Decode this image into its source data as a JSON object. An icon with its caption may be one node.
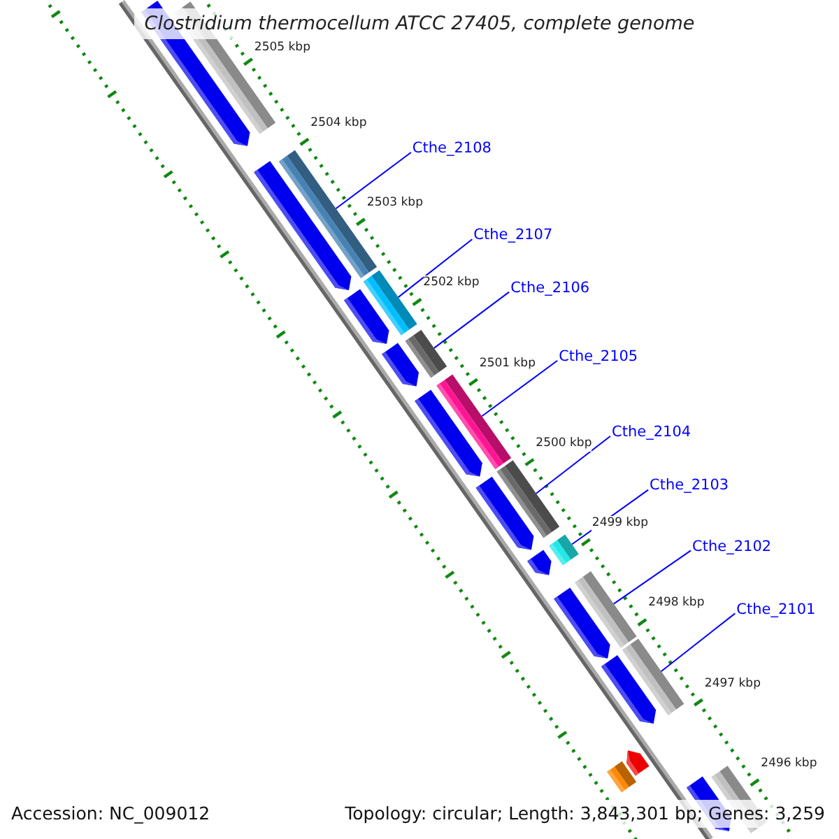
{
  "diagram": {
    "title": "Clostridium thermocellum ATCC 27405, complete genome",
    "nodes": [
      {
        "text": [
          "Cthe_2108"
        ]
      },
      {
        "text": [
          "Cthe_2107"
        ]
      },
      {
        "text": [
          "Cthe_2106"
        ]
      },
      {
        "text": [
          "Cthe_2105"
        ]
      },
      {
        "text": [
          "Cthe_2104"
        ]
      },
      {
        "text": [
          "Cthe_2103"
        ]
      },
      {
        "text": [
          "Cthe_2102"
        ]
      },
      {
        "text": [
          "Cthe_2101"
        ]
      },
      {
        "text": [],
        "shape": "bar"
      },
      {
        "text": [],
        "shape": "bar"
      },
      {
        "text": [],
        "shape": "bar"
      },
      {
        "text": [],
        "shape": "bar"
      },
      {
        "text": [],
        "shape": "bar"
      },
      {
        "text": [],
        "shape": "bar"
      },
      {
        "text": [],
        "shape": "bar"
      },
      {
        "text": [],
        "shape": "bar"
      },
      {
        "text": [],
        "shape": "bar"
      },
      {
        "text": [],
        "shape": "bar"
      },
      {
        "text": [],
        "shape": "pentagon"
      },
      {
        "text": [],
        "shape": "pentagon"
      },
      {
        "text": [],
        "shape": "pentagon"
      },
      {
        "text": [],
        "shape": "pentagon"
      },
      {
        "text": [],
        "shape": "pentagon"
      },
      {
        "text": [],
        "shape": "pentagon"
      },
      {
        "text": [],
        "shape": "pentagon"
      },
      {
        "text": [],
        "shape": "pentagon"
      },
      {
        "text": [],
        "shape": "pentagon"
      },
      {
        "text": [],
        "shape": "pentagon"
      },
      {
        "text": [],
        "shape": "pentagon"
      },
      {
        "text": [],
        "shape": "bar"
      }
    ],
    "edges": [
      {
        "from": 0,
        "to": 8,
        "arrow": "none"
      },
      {
        "from": 1,
        "to": 9,
        "arrow": "none"
      },
      {
        "from": 2,
        "to": 10,
        "arrow": "none"
      },
      {
        "from": 3,
        "to": 11,
        "arrow": "none"
      },
      {
        "from": 4,
        "to": 12,
        "arrow": "none"
      },
      {
        "from": 5,
        "to": 13,
        "arrow": "none"
      },
      {
        "from": 6,
        "to": 14,
        "arrow": "none"
      },
      {
        "from": 7,
        "to": 15,
        "arrow": "none"
      }
    ],
    "labels": [
      "2505 kbp",
      "2504 kbp",
      "2503 kbp",
      "2502 kbp",
      "2501 kbp",
      "2500 kbp",
      "2499 kbp",
      "2498 kbp",
      "2497 kbp",
      "2496 kbp",
      "Accession: NC_009012",
      "Topology: circular; Length: 3,843,301 bp; Genes: 3,259"
    ]
  }
}
